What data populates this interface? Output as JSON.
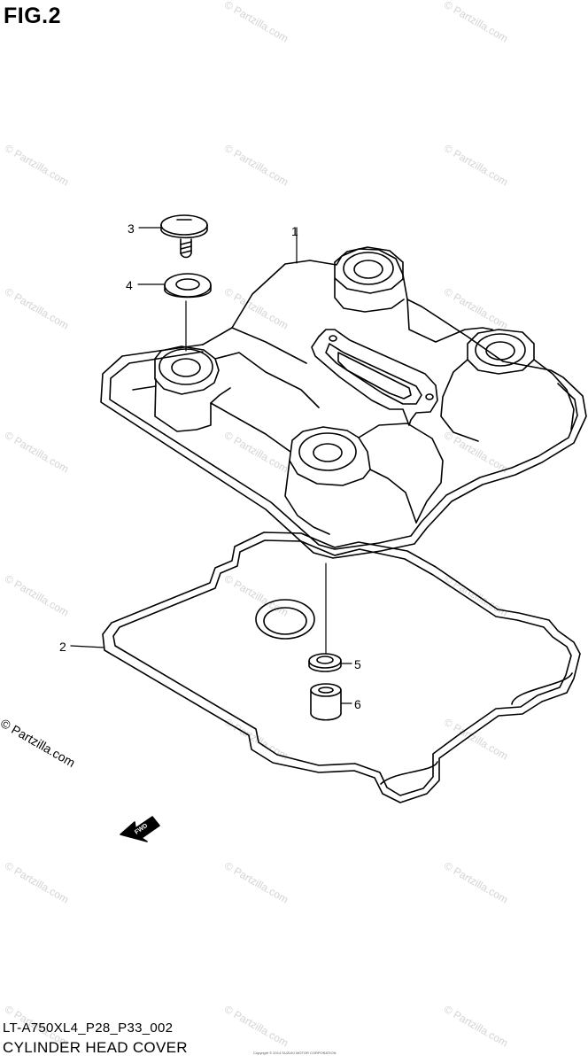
{
  "figure_title": "FIG.2",
  "footer": {
    "code": "LT-A750XL4_P28_P33_002",
    "name": "CYLINDER HEAD COVER"
  },
  "credit": "© Partzilla.com",
  "watermark_text": "© Partzilla.com",
  "copyright_small": "Copyright © 2014 SUZUKI MOTOR CORPORATION",
  "fwd_label": "FWD",
  "callouts": [
    {
      "number": "1",
      "part": "cylinder-head-cover"
    },
    {
      "number": "2",
      "part": "cover-gasket"
    },
    {
      "number": "3",
      "part": "bolt"
    },
    {
      "number": "4",
      "part": "bolt-gasket"
    },
    {
      "number": "5",
      "part": "oil-seal"
    },
    {
      "number": "6",
      "part": "dowel-pin"
    }
  ],
  "colors": {
    "line": "#000000",
    "watermark": "#d4d4d4"
  }
}
